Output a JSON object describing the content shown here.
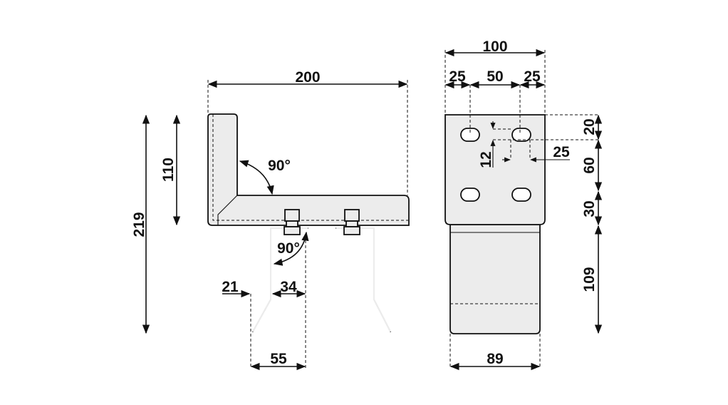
{
  "side_view": {
    "width_label": "200",
    "total_height_label": "219",
    "upright_height_label": "110",
    "upper_angle_label": "90°",
    "lower_angle_label": "90°",
    "offset_left_label": "21",
    "offset_right_label": "34",
    "base_width_label": "55"
  },
  "front_view": {
    "width_label": "100",
    "hole_offset_left_label": "25",
    "hole_spacing_label": "50",
    "hole_offset_right_label": "25",
    "slot_height_label": "12",
    "slot_length_label": "25",
    "top_offset_label": "20",
    "hole_pitch_label": "60",
    "lower_margin_label": "30",
    "extension_label": "109",
    "bottom_width_label": "89"
  }
}
